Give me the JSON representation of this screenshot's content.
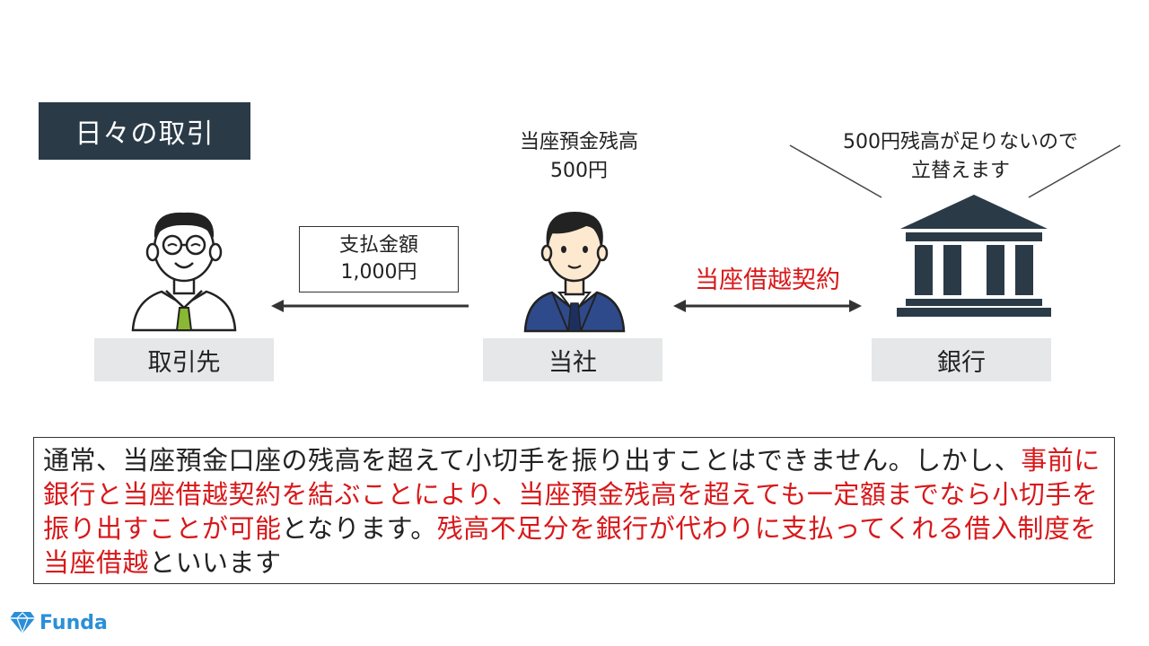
{
  "title": "日々の取引",
  "parties": {
    "partner": "取引先",
    "company": "当社",
    "bank": "銀行"
  },
  "payment": {
    "line1": "支払金額",
    "line2": "1,000円"
  },
  "balance": {
    "line1": "当座預金残高",
    "line2": "500円"
  },
  "bank_note": {
    "line1": "500円残高が足りないので",
    "line2": "立替えます"
  },
  "contract_label": "当座借越契約",
  "explanation": [
    {
      "text": "通常、当座預金口座の残高を超えて小切手を振り出すことはできません。しかし、",
      "red": false
    },
    {
      "text": "事前に銀行と当座借越契約を結ぶことにより、当座預金残高を超えても一定額までなら小切手を振り出すことが可能",
      "red": true
    },
    {
      "text": "となります。",
      "red": false
    },
    {
      "text": "残高不足分を銀行が代わりに支払ってくれる借入制度を当座借越",
      "red": true
    },
    {
      "text": "といいます",
      "red": false
    }
  ],
  "logo": {
    "name": "Funda",
    "icon": "diamond-icon"
  },
  "colors": {
    "title_bg": "#2b3a47",
    "label_bg": "#e6e7e8",
    "accent_red": "#d8181a",
    "suit_blue": "#2f4a8a",
    "tie_green": "#8ab832",
    "bank_icon": "#2b3a47",
    "logo_blue": "#2a8fd8"
  }
}
